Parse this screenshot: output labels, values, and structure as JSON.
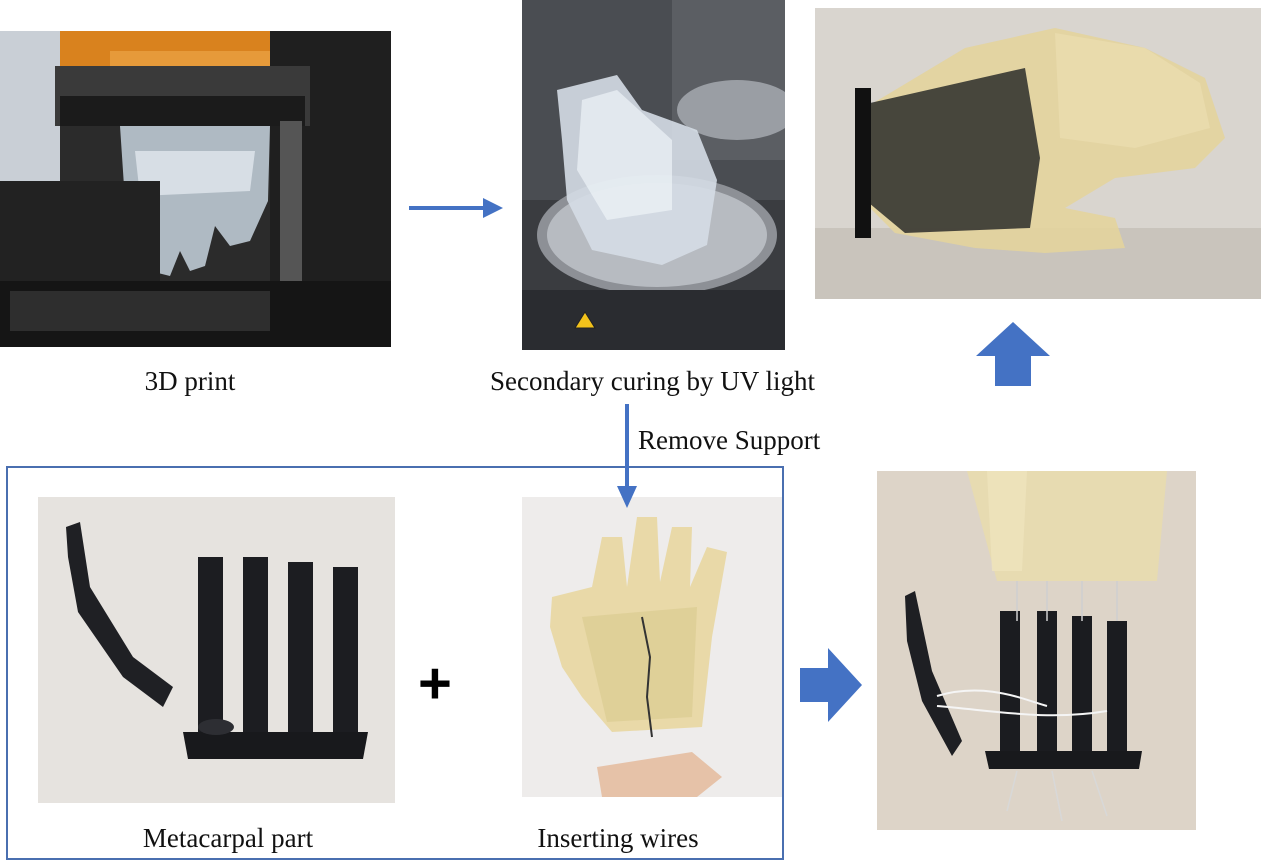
{
  "steps": {
    "print_label": "3D print",
    "uv_label": "Secondary curing by UV light",
    "remove_label": "Remove Support",
    "metacarpal_label": "Metacarpal part",
    "wires_label": "Inserting wires"
  },
  "symbols": {
    "plus": "+"
  },
  "colors": {
    "arrow": "#4472c4",
    "box_border": "#4a6fb0"
  }
}
